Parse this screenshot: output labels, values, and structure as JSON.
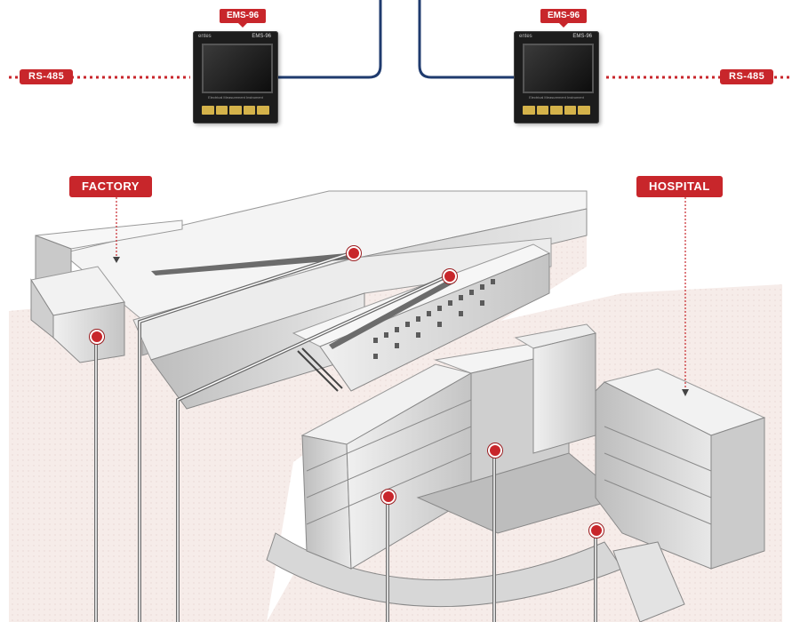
{
  "labels": {
    "ems_left": "EMS-96",
    "ems_right": "EMS-96",
    "rs_left": "RS-485",
    "rs_right": "RS-485",
    "factory": "FACTORY",
    "hospital": "HOSPITAL"
  },
  "meter": {
    "brand": "entes",
    "model": "EMS-96",
    "subtitle": "Electrical Measurement Instrument"
  },
  "colors": {
    "accent": "#c8262b",
    "cable": "#1f3b6e",
    "building": "#d9d9d9",
    "ground": "#f6ece9"
  }
}
